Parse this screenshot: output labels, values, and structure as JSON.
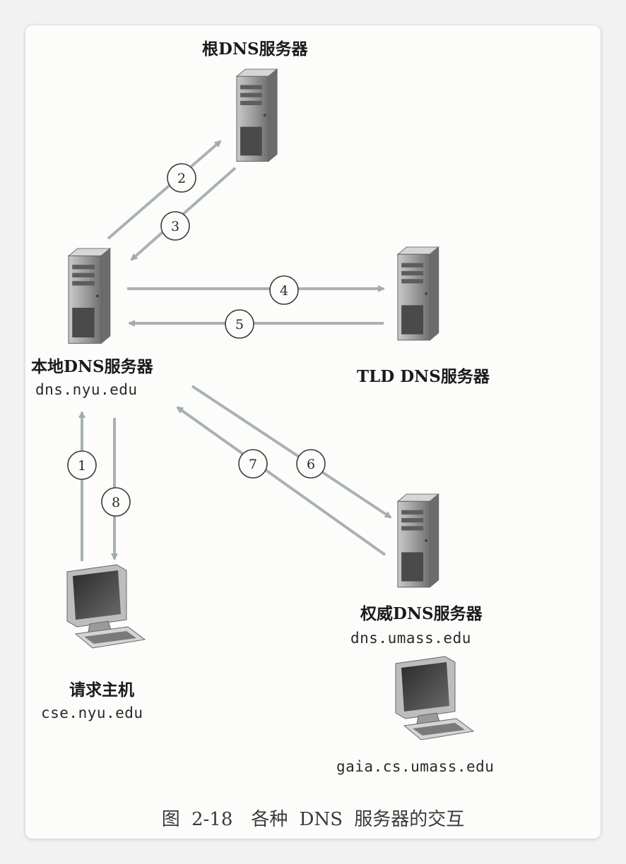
{
  "nodes": {
    "root": {
      "title": "根DNS服务器"
    },
    "local": {
      "title": "本地DNS服务器",
      "host": "dns.nyu.edu"
    },
    "tld": {
      "title": "TLD DNS服务器"
    },
    "auth": {
      "title": "权威DNS服务器",
      "host": "dns.umass.edu"
    },
    "requester": {
      "title": "请求主机",
      "host": "cse.nyu.edu"
    },
    "target": {
      "host": "gaia.cs.umass.edu"
    }
  },
  "steps": [
    "1",
    "2",
    "3",
    "4",
    "5",
    "6",
    "7",
    "8"
  ],
  "caption": "图 2-18　各种 DNS 服务器的交互",
  "colors": {
    "arrow": "#a9b2b2",
    "circle_stroke": "#3a3a3a",
    "server_body": "#8a8a8a"
  }
}
